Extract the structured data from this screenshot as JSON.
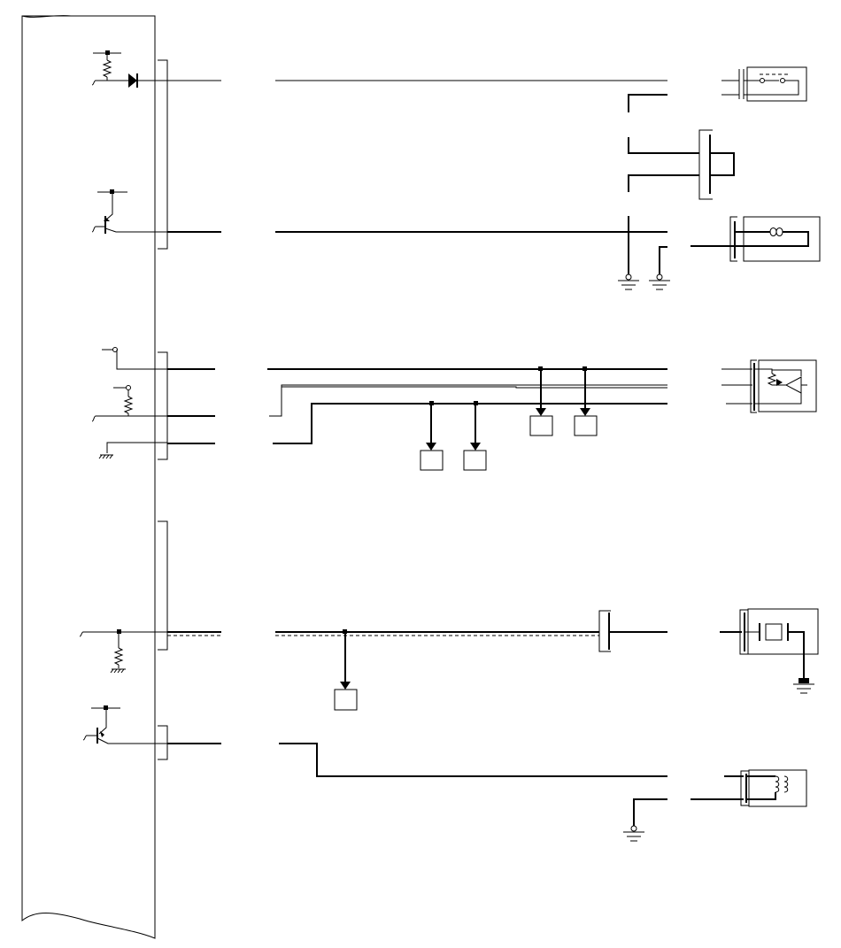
{
  "diagram": {
    "background": "#ffffff",
    "line_color": "#000000",
    "components": [
      "control-module",
      "diode",
      "transistor",
      "connector",
      "ground",
      "switch",
      "solenoid",
      "sensor",
      "resistor",
      "splice-box"
    ]
  }
}
